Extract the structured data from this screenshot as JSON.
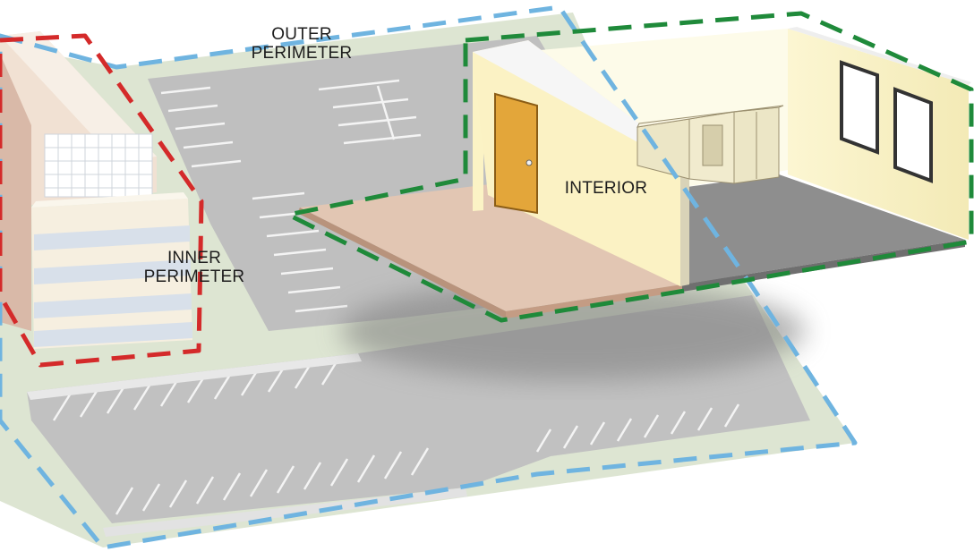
{
  "labels": {
    "outer_line1": "OUTER",
    "outer_line2": "PERIMETER",
    "inner_line1": "INNER",
    "inner_line2": "PERIMETER",
    "interior": "INTERIOR"
  },
  "colors": {
    "outer_perimeter": "#6fb4e0",
    "inner_perimeter": "#d42a2a",
    "interior_boundary": "#1f8a3a",
    "asphalt": "#bcbcbc",
    "grass": "#d9e2cc",
    "wall": "#fbf4cc",
    "floor_interior": "#8f8f8f",
    "floor_slab": "#dfc3b0",
    "door": "#e0a53a"
  }
}
